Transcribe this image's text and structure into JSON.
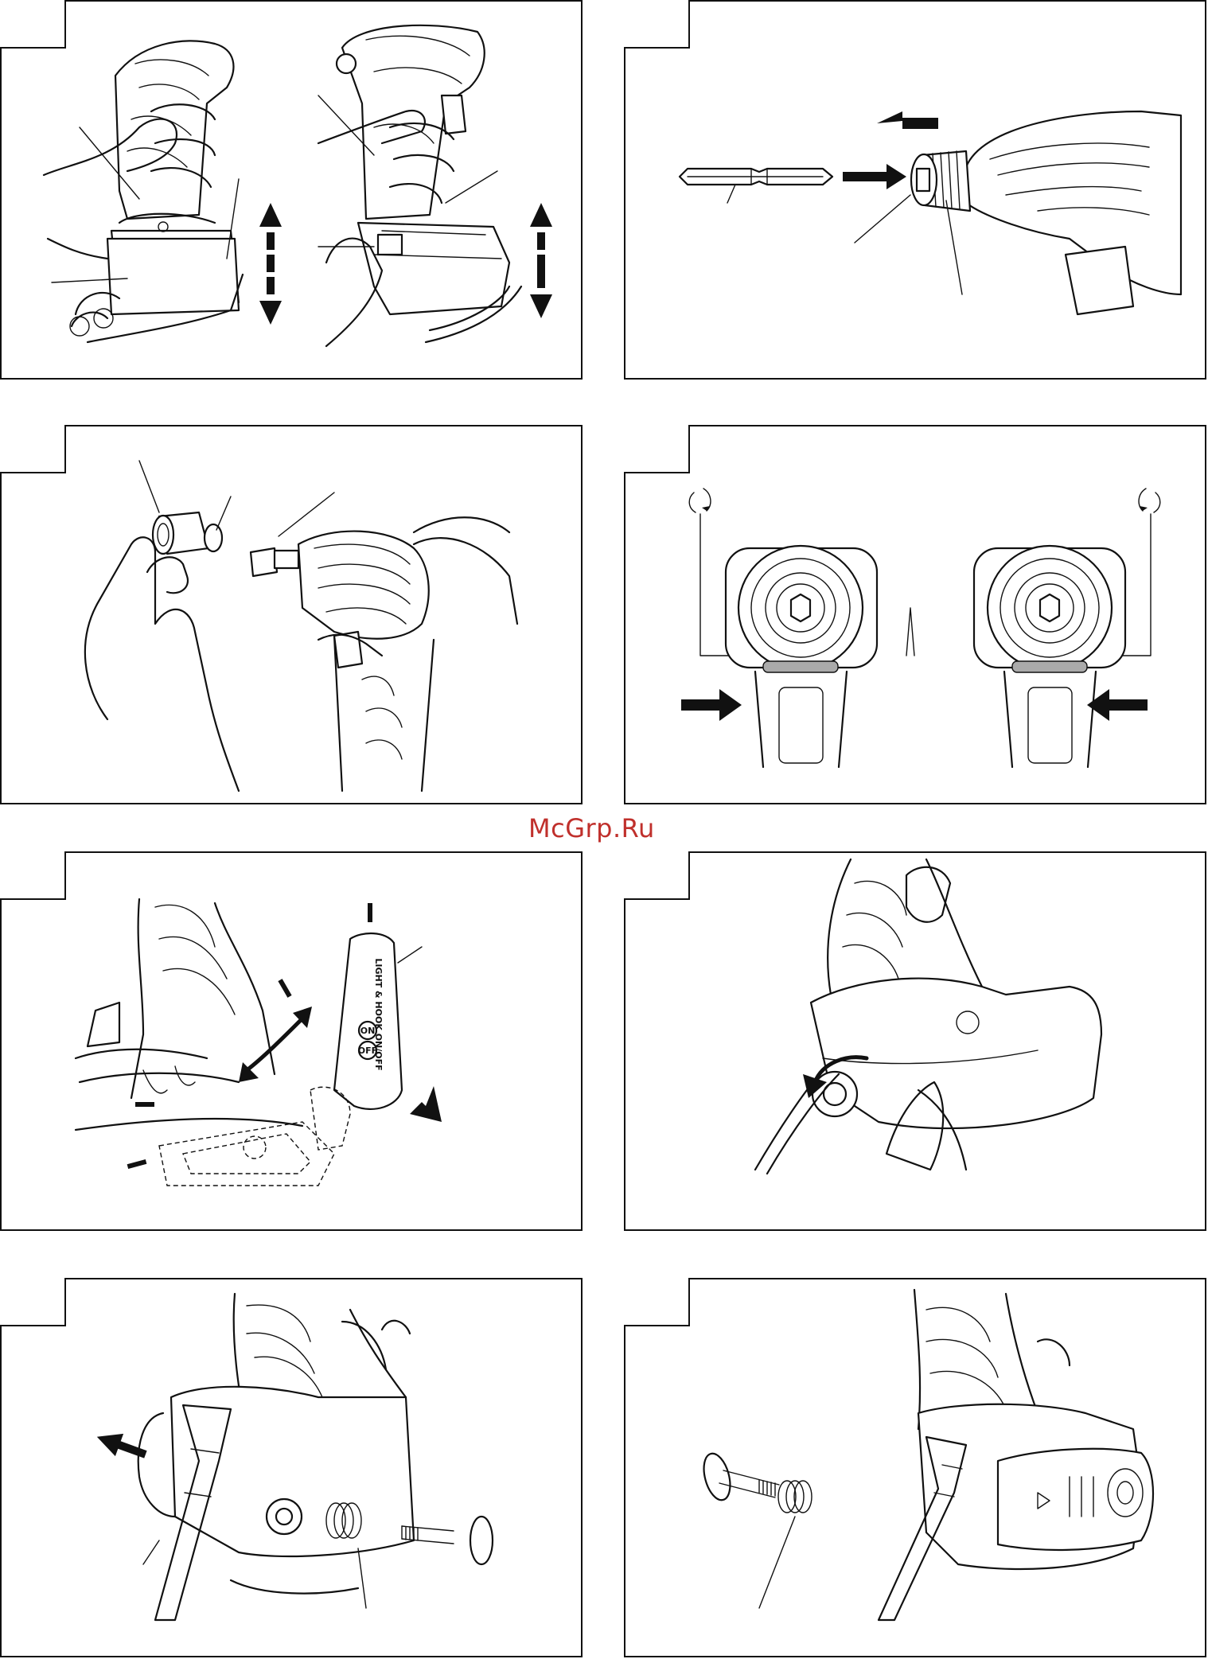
{
  "watermark": "McGrp.Ru",
  "figures": [
    {
      "id": "battery-removal",
      "icon": "hand-battery-release-illustration"
    },
    {
      "id": "bit-insertion",
      "icon": "bit-holder-sleeve-illustration"
    },
    {
      "id": "socket-adapter",
      "icon": "socket-anvil-illustration"
    },
    {
      "id": "reversing-switch",
      "icon": "reversing-lever-illustration"
    },
    {
      "id": "light-hook",
      "icon": "light-hook-unit-illustration",
      "label_text": "LIGHT & HOOK ON/OFF",
      "on_text": "ON",
      "off_text": "OFF"
    },
    {
      "id": "hook-screw",
      "icon": "screwdriver-hook-screw-illustration"
    },
    {
      "id": "hook-remove",
      "icon": "hook-removal-illustration"
    },
    {
      "id": "hook-install",
      "icon": "hook-installation-illustration"
    }
  ]
}
